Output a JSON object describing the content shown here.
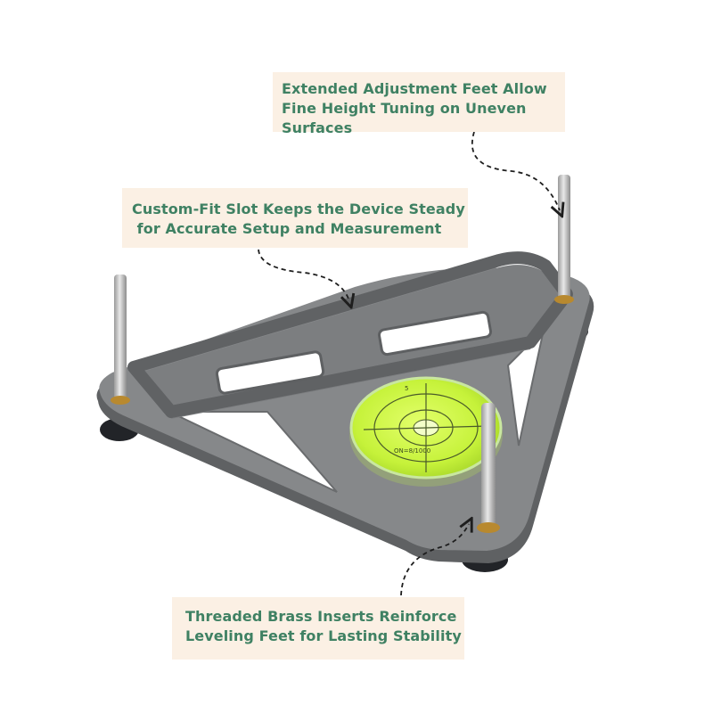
{
  "callouts": {
    "feet": {
      "line1": "Extended Adjustment Feet Allow",
      "line2": "Fine Height Tuning on Uneven",
      "line3": "Surfaces"
    },
    "slot": {
      "line1": "Custom-Fit Slot Keeps the Device Steady",
      "line2": " for Accurate Setup and Measurement"
    },
    "inserts": {
      "line1": "Threaded Brass Inserts Reinforce",
      "line2": "Leveling Feet for Lasting Stability"
    }
  },
  "level_vial": {
    "scale_text": "ON=8/1000",
    "tick_label": "5"
  },
  "colors": {
    "background": "#ffffff",
    "callout_bg": "#fbf0e4",
    "callout_text": "#3f8163",
    "plate": "#86888a",
    "plate_dark": "#5f6163",
    "bolt": "#c9c9c9",
    "brass": "#b8892f",
    "bubble_level": "#c6f23a",
    "rubber_foot": "#222428"
  }
}
